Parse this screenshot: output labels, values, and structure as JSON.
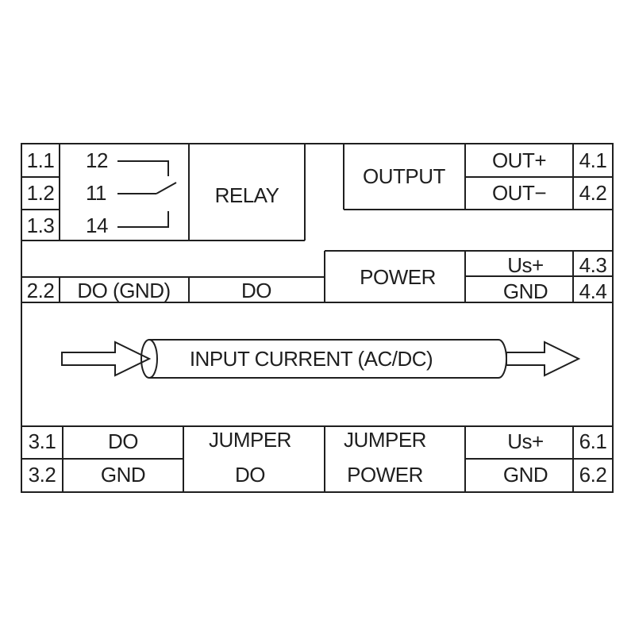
{
  "relay_block": {
    "terminals": [
      "1.1",
      "1.2",
      "1.3"
    ],
    "contacts": [
      "12",
      "11",
      "14"
    ],
    "label": "RELAY"
  },
  "output_block": {
    "label": "OUTPUT",
    "signals": [
      "OUT+",
      "OUT−"
    ],
    "terminals": [
      "4.1",
      "4.2"
    ]
  },
  "power_block": {
    "label": "POWER",
    "signals": [
      "Us+",
      "GND"
    ],
    "terminals": [
      "4.3",
      "4.4"
    ]
  },
  "do_row": {
    "terminal": "2.2",
    "gnd_label": "DO (GND)",
    "do_label": "DO"
  },
  "input": {
    "label": "INPUT CURRENT (AC/DC)"
  },
  "bottom_block": {
    "terminals_left": [
      "3.1",
      "3.2"
    ],
    "left_signals": [
      "DO",
      "GND"
    ],
    "jumper_do": [
      "JUMPER",
      "DO"
    ],
    "jumper_power": [
      "JUMPER",
      "POWER"
    ],
    "right_signals": [
      "Us+",
      "GND"
    ],
    "terminals_right": [
      "6.1",
      "6.2"
    ]
  }
}
